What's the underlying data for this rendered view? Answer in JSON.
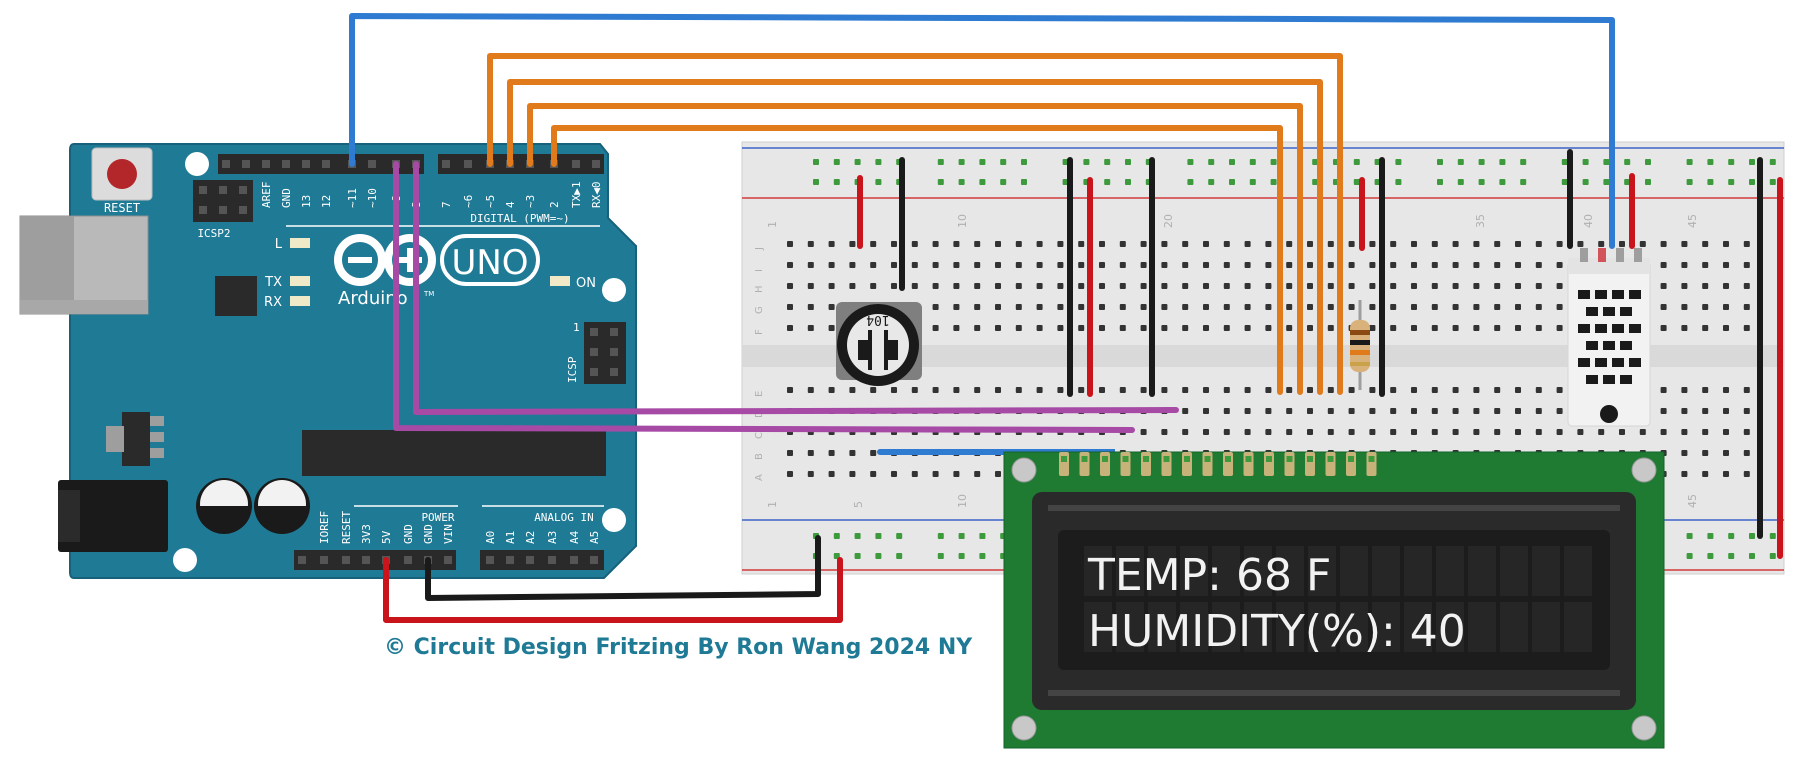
{
  "colors": {
    "board": "#1f7a96",
    "board_edge": "#17627a",
    "header": "#2a2a2a",
    "breadboard": "#e6e6e6",
    "lcd_pcb": "#1f7a32",
    "lcd_screen": "#1c1c1c",
    "wire_blue": "#2e7bd1",
    "wire_orange": "#e07a1a",
    "wire_purple": "#a64aa6",
    "wire_red": "#c9141c",
    "wire_black": "#1a1a1a",
    "credit": "#1f7a96"
  },
  "arduino": {
    "reset_label": "RESET",
    "icsp2_label": "ICSP2",
    "icsp_label": "ICSP",
    "icsp_pin1": "1",
    "logo_uno": "UNO",
    "logo_brand": "Arduino",
    "logo_tm": "TM",
    "led_l": "L",
    "led_tx": "TX",
    "led_rx": "RX",
    "led_on": "ON",
    "digital_label": "DIGITAL (PWM=~)",
    "digital_pins": [
      "AREF",
      "GND",
      "13",
      "12",
      "~11",
      "~10",
      "~9",
      "8",
      "7",
      "~6",
      "~5",
      "4",
      "~3",
      "2",
      "TX▶1",
      "RX◀0"
    ],
    "power_label": "POWER",
    "power_pins": [
      "IOREF",
      "RESET",
      "3V3",
      "5V",
      "GND",
      "GND",
      "VIN"
    ],
    "analog_label": "ANALOG IN",
    "analog_pins": [
      "A0",
      "A1",
      "A2",
      "A3",
      "A4",
      "A5"
    ]
  },
  "breadboard": {
    "column_numbers_top": [
      "1",
      "10",
      "20",
      "35",
      "40",
      "45"
    ],
    "column_numbers_bottom": [
      "1",
      "5",
      "10",
      "45"
    ],
    "row_letters_top": [
      "J",
      "I",
      "H",
      "G",
      "F"
    ],
    "row_letters_bottom": [
      "E",
      "D",
      "C",
      "B",
      "A"
    ]
  },
  "potentiometer": {
    "marking": "104"
  },
  "lcd": {
    "line1": "TEMP: 68 F",
    "line2": "HUMIDITY(%): 40"
  },
  "credit": "© Circuit Design Fritzing  By Ron Wang 2024 NY"
}
